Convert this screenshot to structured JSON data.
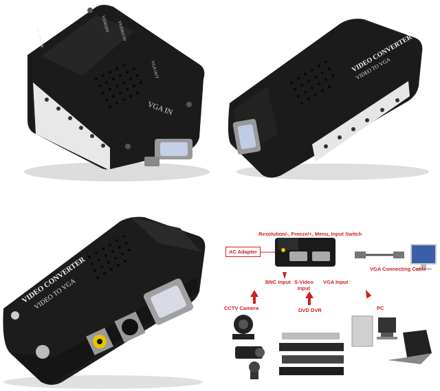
{
  "product": {
    "vertical_labels": {
      "power": "5V POWER",
      "video_in": "VIDEOIN",
      "svideo_in": "SVIDEO IN",
      "vga_out": "VGA OUT"
    },
    "top_label": "VGA IN",
    "brand_line1": "VIDEO CONVERTER",
    "brand_line2": "VIDEO TO VGA"
  },
  "diagram": {
    "buttons_label": "Resolution/-, Freeze/+, Menu, Input Switch",
    "ac_adapter": "AC Adapter",
    "bnc_input": "BNC Input",
    "svideo_input": "S-Video\nInput",
    "vga_input": "VGA Input",
    "vga_cable": "VGA Connecting Cable",
    "cctv": "CCTV Camera",
    "dvd": "DVD DVR",
    "pc": "PC"
  },
  "colors": {
    "accent": "#d21e1e",
    "device_body": "#1a1a1a"
  }
}
